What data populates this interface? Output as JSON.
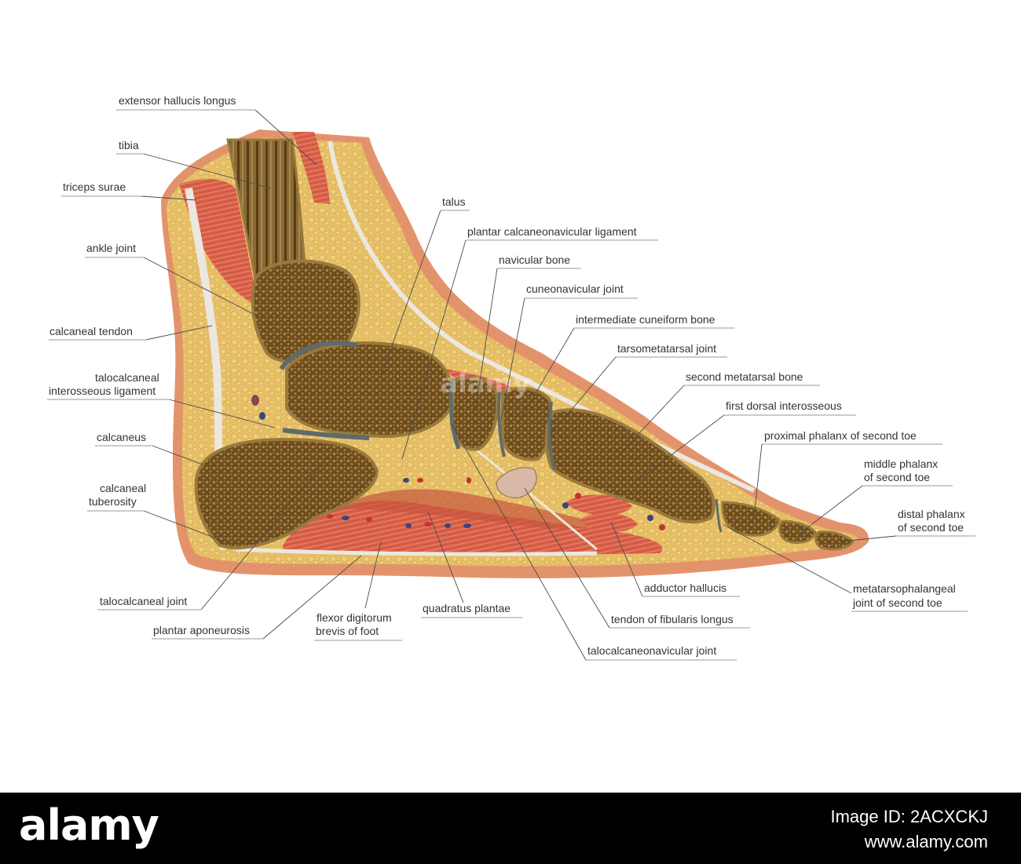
{
  "labels": [
    {
      "id": "extensor-hallucis-longus",
      "lines": [
        "extensor hallucis longus"
      ]
    },
    {
      "id": "tibia",
      "lines": [
        "tibia"
      ]
    },
    {
      "id": "triceps-surae",
      "lines": [
        "triceps surae"
      ]
    },
    {
      "id": "ankle-joint",
      "lines": [
        "ankle joint"
      ]
    },
    {
      "id": "calcaneal-tendon",
      "lines": [
        "calcaneal tendon"
      ]
    },
    {
      "id": "talocalcaneal-interosseous-ligament",
      "lines": [
        "talocalcaneal",
        "interosseous ligament"
      ]
    },
    {
      "id": "calcaneus",
      "lines": [
        "calcaneus"
      ]
    },
    {
      "id": "calcaneal-tuberosity",
      "lines": [
        "calcaneal",
        "tuberosity"
      ]
    },
    {
      "id": "talocalcaneal-joint",
      "lines": [
        "talocalcaneal joint"
      ]
    },
    {
      "id": "plantar-aponeurosis",
      "lines": [
        "plantar aponeurosis"
      ]
    },
    {
      "id": "flexor-digitorum-brevis",
      "lines": [
        "flexor digitorum",
        "brevis of foot"
      ]
    },
    {
      "id": "quadratus-plantae",
      "lines": [
        "quadratus plantae"
      ]
    },
    {
      "id": "talocalcaneonavicular-joint",
      "lines": [
        "talocalcaneonavicular joint"
      ]
    },
    {
      "id": "tendon-of-fibularis-longus",
      "lines": [
        "tendon of fibularis longus"
      ]
    },
    {
      "id": "adductor-hallucis",
      "lines": [
        "adductor hallucis"
      ]
    },
    {
      "id": "metatarsophalangeal-joint",
      "lines": [
        "metatarsophalangeal",
        "joint of second toe"
      ]
    },
    {
      "id": "distal-phalanx",
      "lines": [
        "distal phalanx",
        "of second toe"
      ]
    },
    {
      "id": "middle-phalanx",
      "lines": [
        "middle phalanx",
        "of second toe"
      ]
    },
    {
      "id": "proximal-phalanx",
      "lines": [
        "proximal phalanx of second toe"
      ]
    },
    {
      "id": "first-dorsal-interosseous",
      "lines": [
        "first dorsal interosseous"
      ]
    },
    {
      "id": "second-metatarsal-bone",
      "lines": [
        "second metatarsal bone"
      ]
    },
    {
      "id": "tarsometatarsal-joint",
      "lines": [
        "tarsometatarsal joint"
      ]
    },
    {
      "id": "intermediate-cuneiform-bone",
      "lines": [
        "intermediate cuneiform bone"
      ]
    },
    {
      "id": "cuneonavicular-joint",
      "lines": [
        "cuneonavicular joint"
      ]
    },
    {
      "id": "navicular-bone",
      "lines": [
        "navicular bone"
      ]
    },
    {
      "id": "plantar-calcaneonavicular-ligament",
      "lines": [
        "plantar calcaneonavicular ligament"
      ]
    },
    {
      "id": "talus",
      "lines": [
        "talus"
      ]
    }
  ],
  "watermark": "alamy",
  "footer": {
    "brand": "alamy",
    "image_id": "Image ID: 2ACXCKJ",
    "url": "www.alamy.com"
  },
  "colors": {
    "skin": "#e3936c",
    "fat": "#e6bf67",
    "muscle": "#d9604a",
    "bone_cortex": "#8a6a2e",
    "bone_marrow": "#7a5620",
    "cartilage": "#5e6b6c",
    "tendon": "#ece7df",
    "artery": "#c5312c",
    "vein": "#39467a"
  }
}
